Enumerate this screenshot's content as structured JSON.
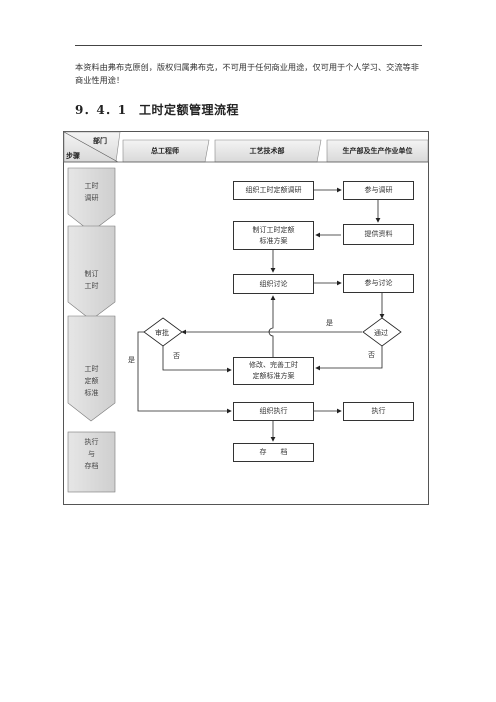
{
  "notice": "本资料由弗布克原创，版权归属弗布克，不可用于任何商业用途，仅可用于个人学习、交流等非商业性用途！",
  "heading": "9．4．1　工时定额管理流程",
  "header": {
    "dept": "部门",
    "step": "步骤",
    "columns": [
      "总工程师",
      "工艺技术部",
      "生产部及生产作业单位"
    ]
  },
  "steps": [
    "工时\n调研",
    "制订\n工时",
    "工时\n定额\n标准",
    "执行\n与\n存档"
  ],
  "boxes": {
    "organize_research": "组织工时定额调研",
    "join_research": "参与调研",
    "draft_plan": "制订工时定额\n标准方案",
    "provide_data": "提供资料",
    "organize_discussion": "组织讨论",
    "join_discussion": "参与讨论",
    "revise_plan": "修改、完善工时\n定额标准方案",
    "organize_execution": "组织执行",
    "execute": "执行",
    "archive": "存　　档"
  },
  "decisions": {
    "approve": "审批",
    "pass": "通过"
  },
  "edge_labels": {
    "pass_yes": "是",
    "pass_no": "否",
    "approve_yes": "是",
    "approve_no": "否"
  }
}
